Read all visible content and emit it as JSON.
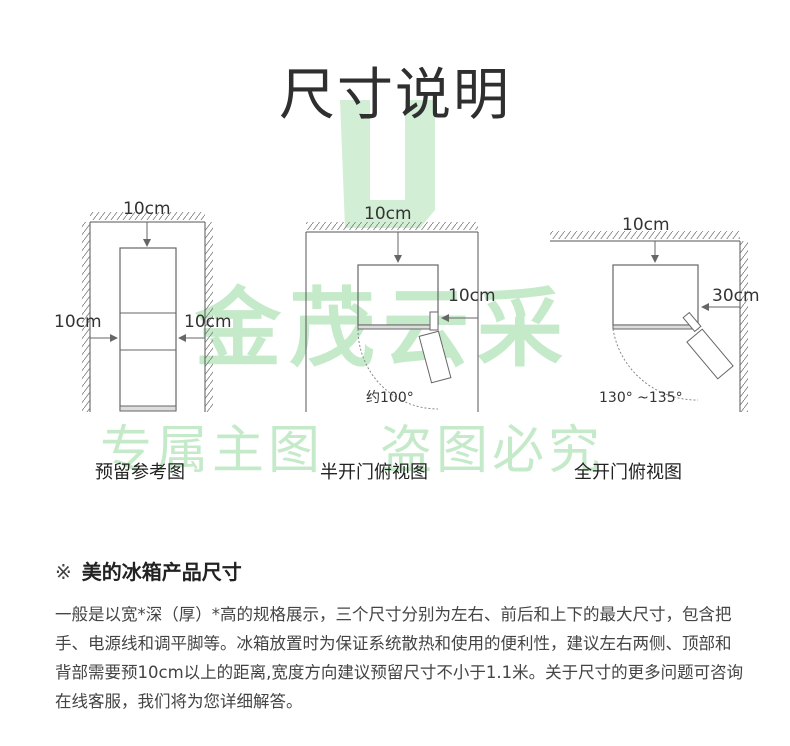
{
  "title": "尺寸说明",
  "watermark": {
    "line1": "金茂云采",
    "line2": "专属主图　盗图必究"
  },
  "diagrams": [
    {
      "caption": "预留参考图",
      "labels": {
        "top": "10cm",
        "left": "10cm",
        "right": "10cm"
      }
    },
    {
      "caption": "半开门俯视图",
      "labels": {
        "top": "10cm",
        "side": "10cm",
        "angle": "约100°"
      }
    },
    {
      "caption": "全开门俯视图",
      "labels": {
        "top": "10cm",
        "side": "30cm",
        "angle": "130°  ~135°"
      }
    }
  ],
  "section": {
    "mark": "※",
    "heading": "美的冰箱产品尺寸",
    "body": "一般是以宽*深（厚）*高的规格展示，三个尺寸分别为左右、前后和上下的最大尺寸，包含把手、电源线和调平脚等。冰箱放置时为保证系统散热和使用的便利性，建议左右两侧、顶部和背部需要预10cm以上的距离,宽度方向建议预留尺寸不小于1.1米。关于尺寸的更多问题可咨询在线客服，我们将为您详细解答。"
  },
  "colors": {
    "line": "#666666",
    "watermark": "#7fd18a"
  }
}
